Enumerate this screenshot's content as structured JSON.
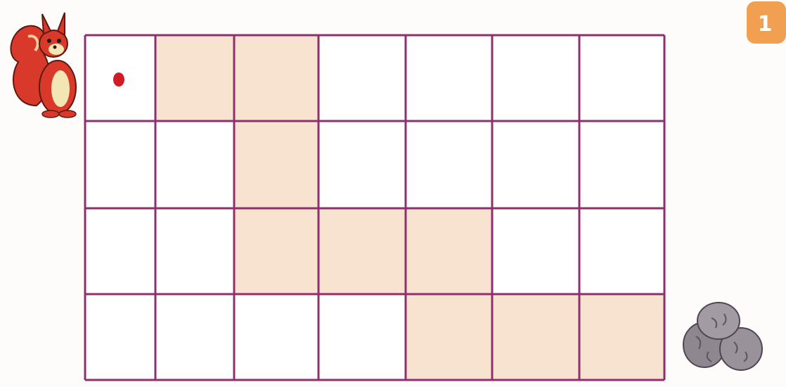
{
  "page_badge": {
    "text": "1",
    "color": "#f0a050"
  },
  "grid": {
    "rows": 4,
    "cols": 7,
    "line_color": "#8e2f6e",
    "empty_color": "#ffffff",
    "path_color": "#f7e3d0",
    "shaded_cells": [
      [
        0,
        1
      ],
      [
        0,
        2
      ],
      [
        1,
        2
      ],
      [
        2,
        2
      ],
      [
        2,
        3
      ],
      [
        2,
        4
      ],
      [
        3,
        4
      ],
      [
        3,
        5
      ],
      [
        3,
        6
      ]
    ],
    "start_marker": {
      "row": 0,
      "col": 0,
      "color": "#d21c24"
    }
  },
  "characters": {
    "squirrel_icon": "squirrel-icon",
    "nuts_icon": "walnuts-icon"
  },
  "colors": {
    "squirrel_body": "#d9392a",
    "squirrel_belly": "#f3e6b5",
    "nuts": "#8f8790"
  }
}
